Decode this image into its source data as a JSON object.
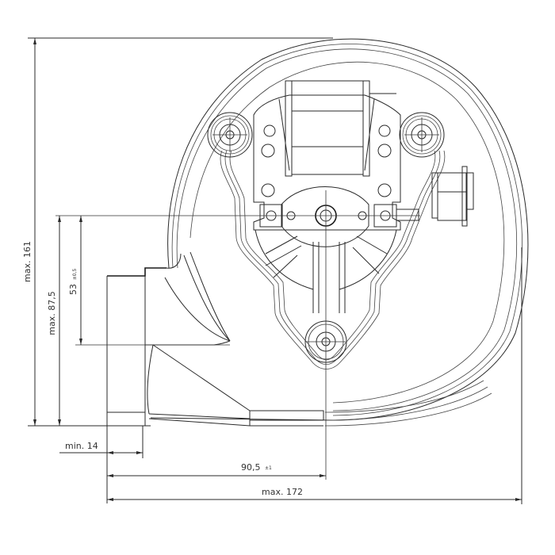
{
  "drawing": {
    "subject": "radial blower fan with shaded-pole motor",
    "view": "front",
    "line_color": "#2a2a2a",
    "background": "#ffffff"
  },
  "dimensions": {
    "overall_height": {
      "label": "max.",
      "value": "161"
    },
    "outlet_center_height": {
      "label": "max.",
      "value": "87.5"
    },
    "outlet_height": {
      "value": "53",
      "tolerance": "±0.5"
    },
    "outlet_offset": {
      "label": "min.",
      "value": "14"
    },
    "shaft_offset": {
      "value": "90.5",
      "tolerance": "±1"
    },
    "overall_width": {
      "label": "max.",
      "value": "172"
    }
  },
  "dimension_texts": {
    "overall_height": "max. 161",
    "outlet_center_height": "max. 87,5",
    "outlet_height_main": "53",
    "outlet_height_tol": "±0,5",
    "outlet_offset": "min. 14",
    "shaft_offset_main": "90,5",
    "shaft_offset_tol": "±1",
    "overall_width": "max. 172"
  }
}
